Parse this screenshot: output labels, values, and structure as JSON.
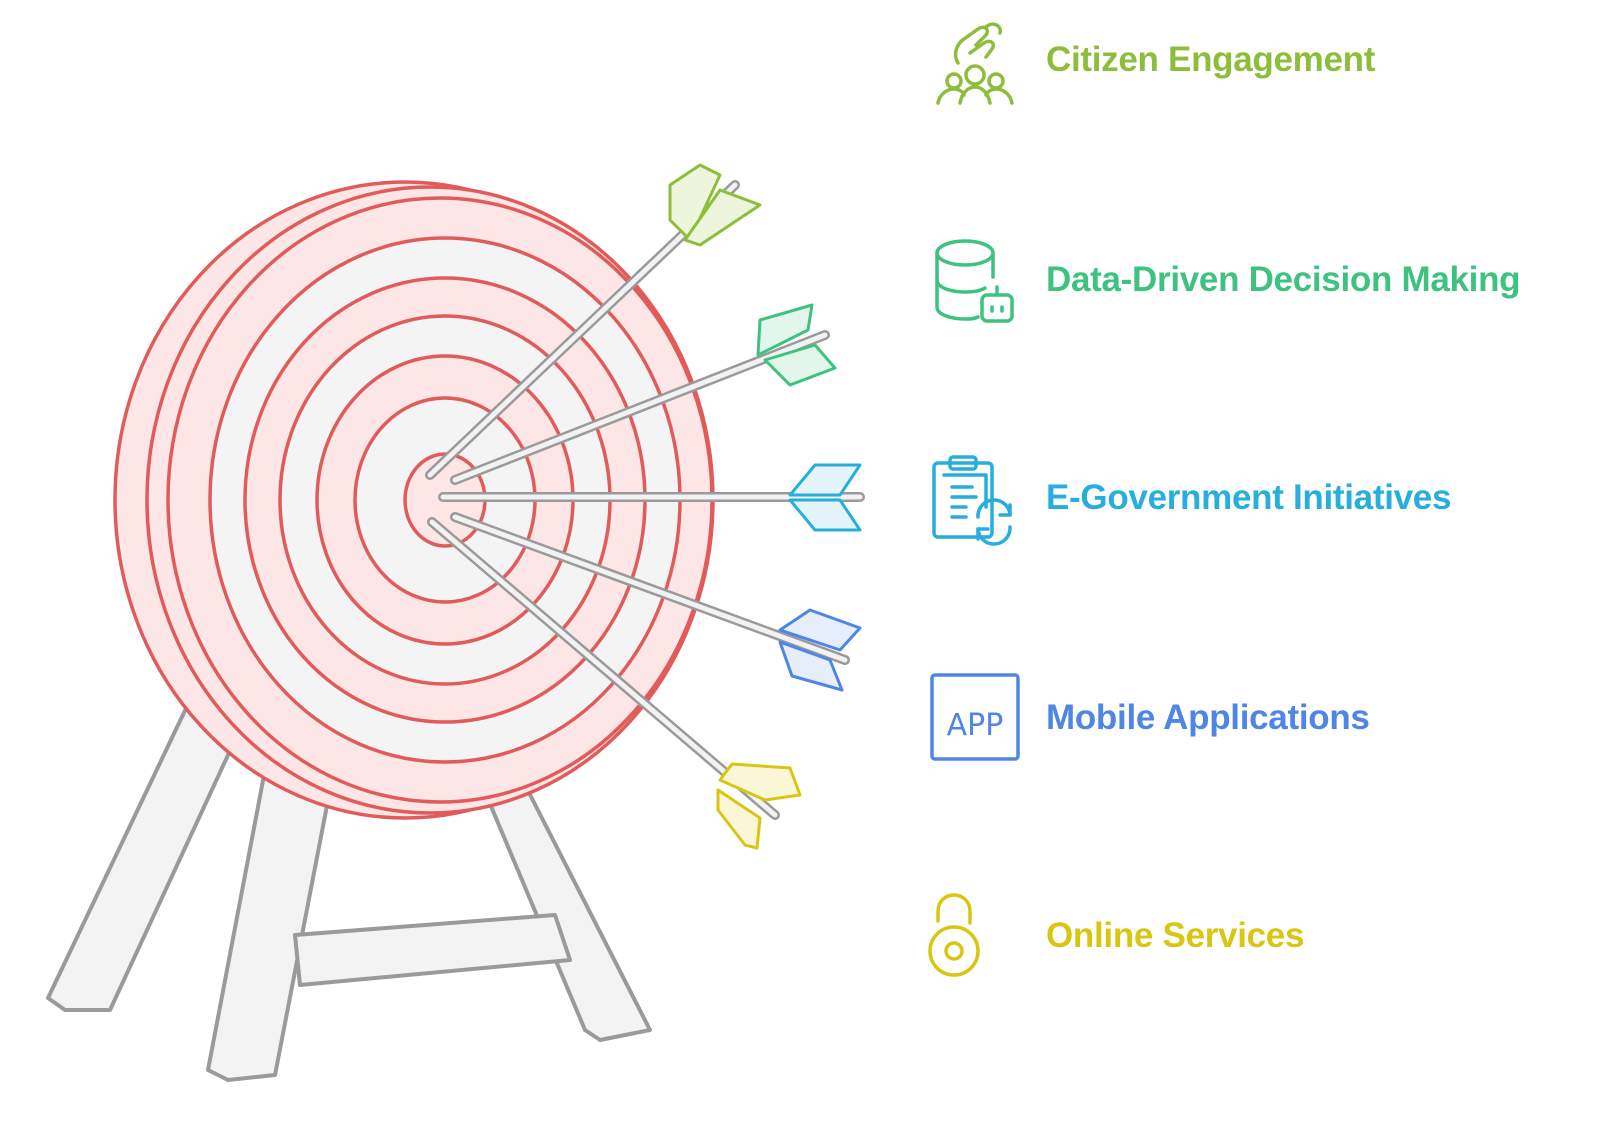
{
  "items": [
    {
      "label": "Citizen Engagement",
      "icon": "citizen-engagement-icon",
      "color": "#8CBE3C"
    },
    {
      "label": "Data-Driven Decision Making",
      "icon": "database-bot-icon",
      "color": "#3DC27F"
    },
    {
      "label": "E-Government Initiatives",
      "icon": "clipboard-refresh-icon",
      "color": "#27AEDC"
    },
    {
      "label": "Mobile Applications",
      "icon": "app-icon",
      "color": "#4F86E6"
    },
    {
      "label": "Online Services",
      "icon": "unlocked-padlock-icon",
      "color": "#D8C612"
    }
  ],
  "app_icon_text": "APP",
  "target_stroke_color": "#E15B5B",
  "target_fill_color": "#FDE6E6",
  "stand_color": "#999999"
}
